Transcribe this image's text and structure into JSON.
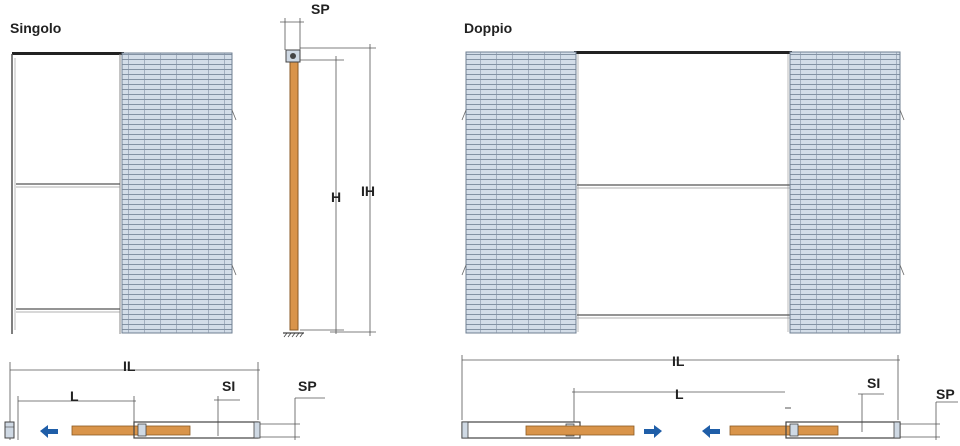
{
  "diagram": {
    "single_title": "Singolo",
    "double_title": "Doppio",
    "labels": {
      "sp": "SP",
      "h": "H",
      "ih": "IH",
      "il": "IL",
      "l": "L",
      "si": "SI"
    }
  },
  "colors": {
    "mesh_fill": "#cfd9e4",
    "mesh_line": "#6f7f92",
    "wood": "#d9944a",
    "line": "#555555",
    "arrow": "#1f5ea8"
  }
}
